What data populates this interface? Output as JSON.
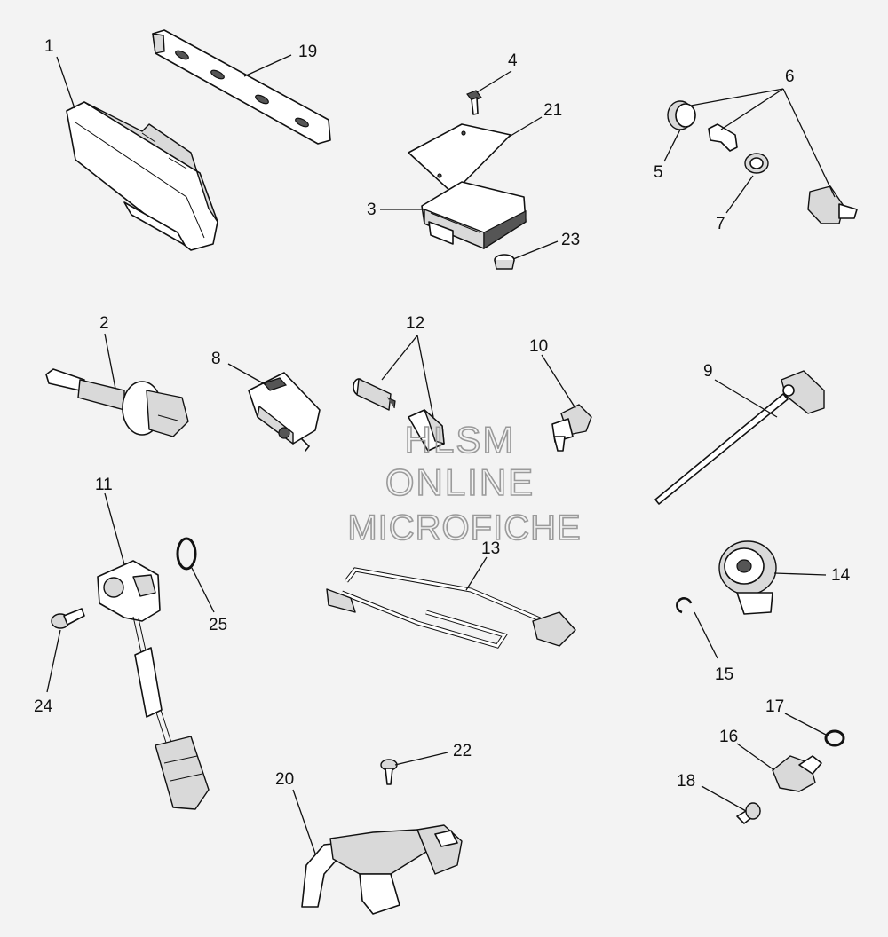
{
  "watermark": {
    "line1": "HLSM",
    "line2": "ONLINE",
    "line3": "MICROFICHE",
    "color": "#9a9a9a"
  },
  "background_color": "#f3f3f3",
  "callouts": {
    "c1": "1",
    "c2": "2",
    "c3": "3",
    "c4": "4",
    "c5": "5",
    "c6": "6",
    "c7": "7",
    "c8": "8",
    "c9": "9",
    "c10": "10",
    "c11": "11",
    "c12": "12",
    "c13": "13",
    "c14": "14",
    "c15": "15",
    "c16": "16",
    "c17": "17",
    "c18": "18",
    "c19": "19",
    "c20": "20",
    "c21": "21",
    "c22": "22",
    "c23": "23",
    "c24": "24",
    "c25": "25"
  }
}
